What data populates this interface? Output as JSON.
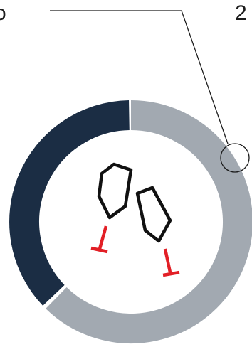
{
  "labels": {
    "left_fragment": "o",
    "right_fragment": "2"
  },
  "ring": {
    "dark_segment_color": "#1b2d44",
    "light_segment_color": "#a2a9b1",
    "segment_gap_color": "#ffffff"
  },
  "molecules": {
    "hexagon_color": "#111111",
    "inhibitor_color": "#e21f26",
    "items": [
      {
        "name": "molecule-left",
        "icon": "hexagon-inhibitor-icon"
      },
      {
        "name": "molecule-right",
        "icon": "hexagon-inhibitor-icon"
      }
    ]
  },
  "callout": {
    "line_color": "#1c1c1c",
    "circle_color": "#1c1c1c"
  }
}
